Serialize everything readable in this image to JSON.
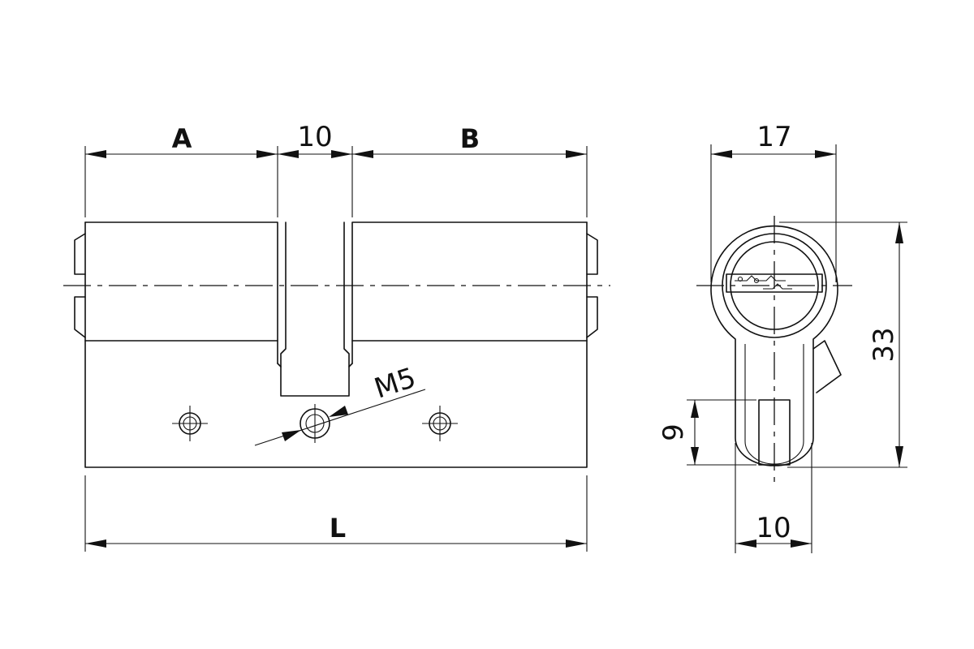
{
  "labels": {
    "a": "A",
    "b": "B",
    "cam_width": "10",
    "thread": "M5",
    "length": "L",
    "profile_width": "17",
    "height": "33",
    "cam_height": "9",
    "cam_tail_width": "10"
  }
}
